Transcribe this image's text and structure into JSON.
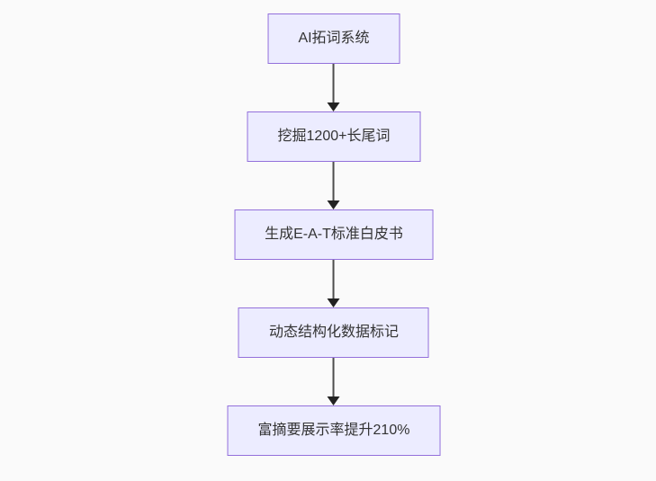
{
  "diagram": {
    "type": "flowchart",
    "direction": "top-down",
    "nodes": [
      {
        "id": "A",
        "label": "AI拓词系统"
      },
      {
        "id": "B",
        "label": "挖掘1200+长尾词"
      },
      {
        "id": "C",
        "label": "生成E-A-T标准白皮书"
      },
      {
        "id": "D",
        "label": "动态结构化数据标记"
      },
      {
        "id": "E",
        "label": "富摘要展示率提升210%"
      }
    ],
    "edges": [
      {
        "from": "A",
        "to": "B",
        "style": "arrow"
      },
      {
        "from": "B",
        "to": "C",
        "style": "arrow"
      },
      {
        "from": "C",
        "to": "D",
        "style": "arrow"
      },
      {
        "from": "D",
        "to": "E",
        "style": "arrow"
      }
    ],
    "colors": {
      "background": "#fafafa",
      "node_fill": "#ECECFF",
      "node_border": "#9370DB",
      "node_text": "#333333",
      "arrow": "#333333"
    }
  }
}
